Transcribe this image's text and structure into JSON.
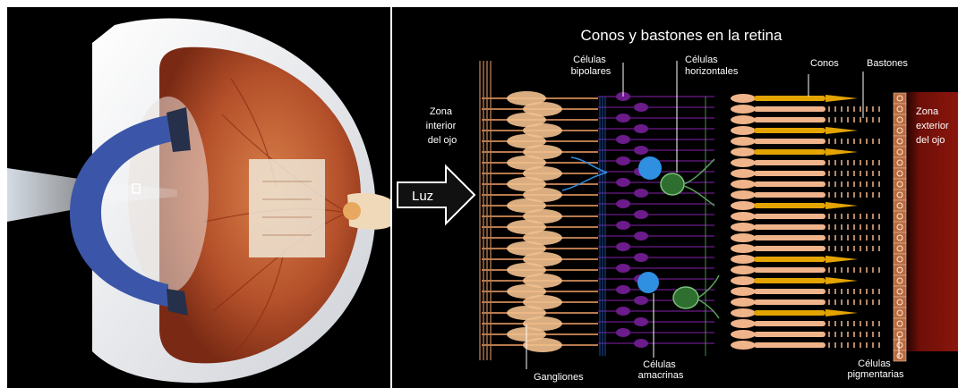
{
  "title": "Conos y bastones en la retina",
  "labels": {
    "bipolares": [
      "Células",
      "bipolares"
    ],
    "horizontales": [
      "Células",
      "horizontales"
    ],
    "conos": "Conos",
    "bastones": "Bastones",
    "zona_interior": [
      "Zona",
      "interior",
      "del ojo"
    ],
    "zona_exterior": [
      "Zona",
      "exterior",
      "del ojo"
    ],
    "luz": "Luz",
    "ganglionares": "Gangliones",
    "amacrinas": [
      "Células",
      "amacrinas"
    ],
    "pigmentarias": [
      "Células",
      "pigmentarias"
    ]
  },
  "colors": {
    "background": "#000000",
    "ganglion": "#f2c08e",
    "bipolar": "#6b1b8a",
    "amacrine": "#2f8fe0",
    "horizontal": "#3a8a3a",
    "cone": "#e3a400",
    "rod": "#f0b48a",
    "pigment": "#b86a40",
    "choroid": "#7a1208"
  }
}
